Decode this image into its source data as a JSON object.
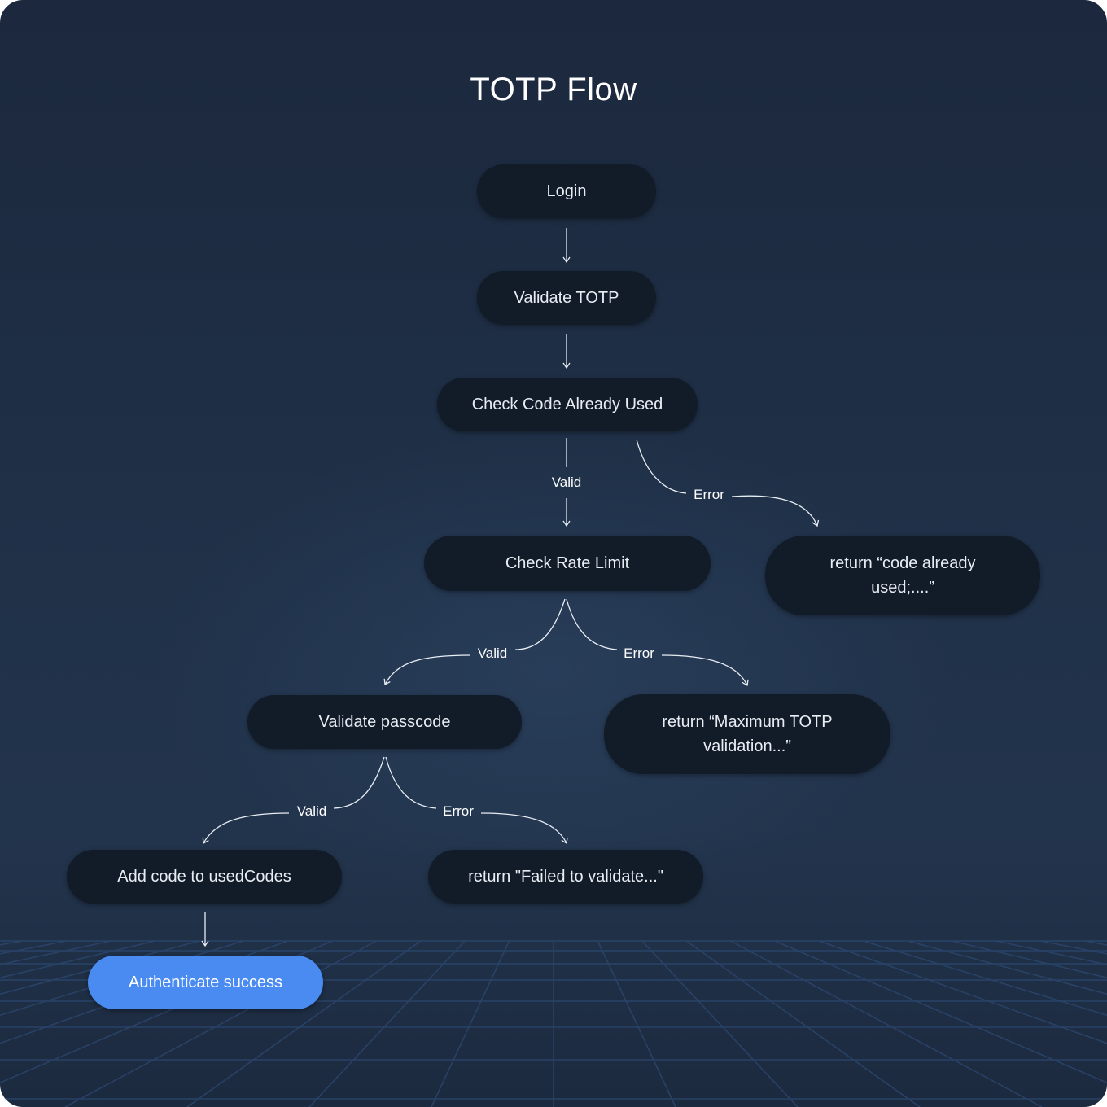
{
  "title": "TOTP Flow",
  "nodes": {
    "login": "Login",
    "validate_totp": "Validate TOTP",
    "check_code_used": "Check Code Already Used",
    "check_rate_limit": "Check Rate Limit",
    "return_code_used": "return “code already used;....”",
    "validate_passcode": "Validate passcode",
    "return_max_totp": "return “Maximum TOTP validation...”",
    "add_code": "Add code to usedCodes",
    "return_failed": "return \"Failed to validate...\"",
    "authenticate_success": "Authenticate success"
  },
  "edge_labels": {
    "used_valid": "Valid",
    "used_error": "Error",
    "rate_valid": "Valid",
    "rate_error": "Error",
    "pass_valid": "Valid",
    "pass_error": "Error"
  },
  "colors": {
    "background": "#1f3047",
    "node": "#121b28",
    "success": "#4a8bf2",
    "text": "#e8edf4"
  }
}
